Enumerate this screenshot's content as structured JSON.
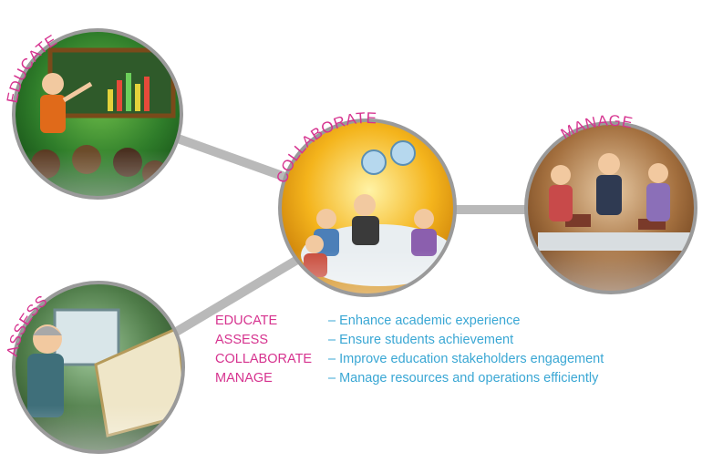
{
  "nodes": {
    "educate": {
      "label": "EDUCATE",
      "icon": "teacher-at-chalkboard-illustration"
    },
    "collaborate": {
      "label": "COLLABORATE",
      "icon": "group-meeting-illustration"
    },
    "manage": {
      "label": "MANAGE",
      "icon": "office-meeting-illustration"
    },
    "assess": {
      "label": "ASSESS",
      "icon": "teacher-grading-paper-illustration"
    }
  },
  "legend": [
    {
      "term": "EDUCATE",
      "desc": "– Enhance academic experience"
    },
    {
      "term": "ASSESS",
      "desc": "– Ensure students achievement"
    },
    {
      "term": "COLLABORATE",
      "desc": "– Improve education stakeholders engagement"
    },
    {
      "term": "MANAGE",
      "desc": "– Manage resources and operations efficiently"
    }
  ],
  "colors": {
    "label": "#d6338f",
    "description": "#3aa7d4",
    "connector": "#b9b9b9",
    "circle_border": "#9a9a9a"
  }
}
